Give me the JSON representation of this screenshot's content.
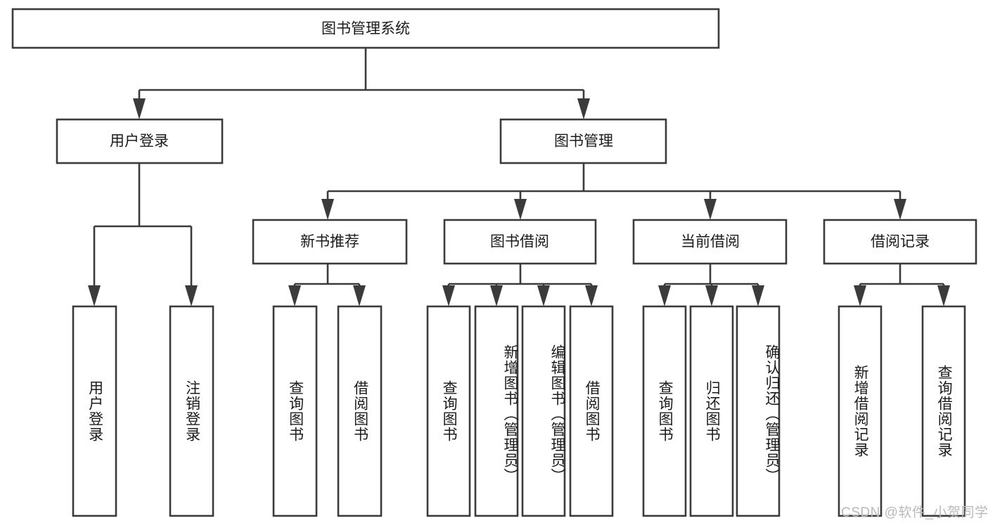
{
  "diagram": {
    "title_node": {
      "label": "图书管理系统"
    },
    "level2": [
      {
        "id": "user-login",
        "label": "用户登录"
      },
      {
        "id": "book-management",
        "label": "图书管理"
      }
    ],
    "level3": [
      {
        "id": "new-book-recommend",
        "label": "新书推荐"
      },
      {
        "id": "book-borrow",
        "label": "图书借阅"
      },
      {
        "id": "current-borrow",
        "label": "当前借阅"
      },
      {
        "id": "borrow-record",
        "label": "借阅记录"
      }
    ],
    "leaves": {
      "user_login": [
        {
          "id": "leaf-user-login",
          "label": "用户登录"
        },
        {
          "id": "leaf-logout-login",
          "label": "注销登录"
        }
      ],
      "new_book_recommend": [
        {
          "id": "leaf-query-book-1",
          "label": "查询图书"
        },
        {
          "id": "leaf-borrow-book-1",
          "label": "借阅图书"
        }
      ],
      "book_borrow": [
        {
          "id": "leaf-query-book-2",
          "label": "查询图书"
        },
        {
          "id": "leaf-add-book",
          "label": "新增图书（管理员）"
        },
        {
          "id": "leaf-edit-book",
          "label": "编辑图书（管理员）"
        },
        {
          "id": "leaf-borrow-book-2",
          "label": "借阅图书"
        }
      ],
      "current_borrow": [
        {
          "id": "leaf-query-book-3",
          "label": "查询图书"
        },
        {
          "id": "leaf-return-book",
          "label": "归还图书"
        },
        {
          "id": "leaf-confirm-return",
          "label": "确认归还（管理员）"
        }
      ],
      "borrow_record": [
        {
          "id": "leaf-add-record",
          "label": "新增借阅记录"
        },
        {
          "id": "leaf-query-record",
          "label": "查询借阅记录"
        }
      ]
    },
    "watermark": "CSDN @软件_小贺同学",
    "colors": {
      "stroke": "#3b3b3b",
      "fill": "#ffffff",
      "text": "#1b1b1b",
      "watermark": "#b9b9b9"
    }
  }
}
